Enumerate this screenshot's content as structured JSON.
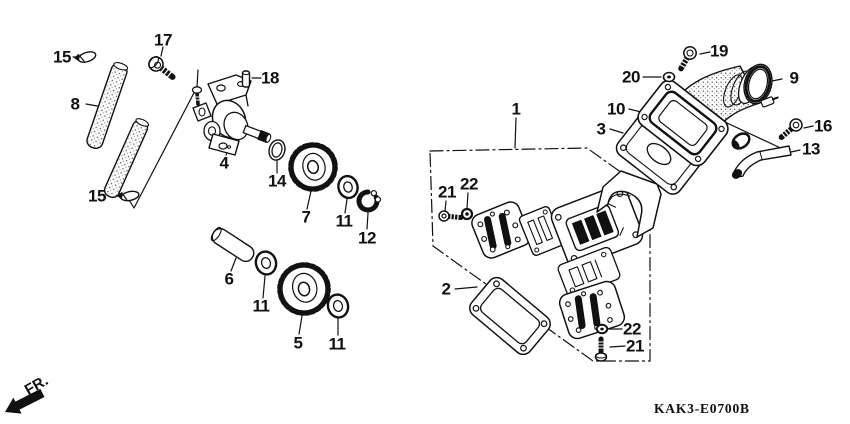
{
  "diagram_code": "KAK3-E0700B",
  "front_marker": "FR.",
  "ink_color": "#111111",
  "paper_color": "#ffffff",
  "part_labels": [
    {
      "ref": "15",
      "part": "oil-tube-clip-upper"
    },
    {
      "ref": "17",
      "part": "pump-mounting-bolt"
    },
    {
      "ref": "8",
      "part": "oil-tube"
    },
    {
      "ref": "18",
      "part": "dowel-pin"
    },
    {
      "ref": "4",
      "part": "oil-pump"
    },
    {
      "ref": "14",
      "part": "o-ring"
    },
    {
      "ref": "7",
      "part": "oil-pump-gear"
    },
    {
      "ref": "11",
      "part": "thrust-washer-a"
    },
    {
      "ref": "12",
      "part": "circlip"
    },
    {
      "ref": "15",
      "part": "oil-tube-clip-lower"
    },
    {
      "ref": "6",
      "part": "idle-gear-shaft"
    },
    {
      "ref": "11",
      "part": "thrust-washer-b"
    },
    {
      "ref": "5",
      "part": "idle-gear"
    },
    {
      "ref": "11",
      "part": "thrust-washer-c"
    },
    {
      "ref": "1",
      "part": "reed-valve-assembly"
    },
    {
      "ref": "21",
      "part": "reed-valve-screw-upper"
    },
    {
      "ref": "22",
      "part": "reed-valve-washer-upper"
    },
    {
      "ref": "2",
      "part": "reed-valve-gasket"
    },
    {
      "ref": "22",
      "part": "reed-valve-washer-lower"
    },
    {
      "ref": "21",
      "part": "reed-valve-screw-lower"
    },
    {
      "ref": "10",
      "part": "inlet-pipe"
    },
    {
      "ref": "3",
      "part": "inlet-pipe-gasket"
    },
    {
      "ref": "19",
      "part": "inlet-pipe-bolt"
    },
    {
      "ref": "20",
      "part": "inlet-pipe-washer"
    },
    {
      "ref": "9",
      "part": "tube-clamp"
    },
    {
      "ref": "16",
      "part": "tube-clip-bolt"
    },
    {
      "ref": "13",
      "part": "tube-clip"
    }
  ]
}
